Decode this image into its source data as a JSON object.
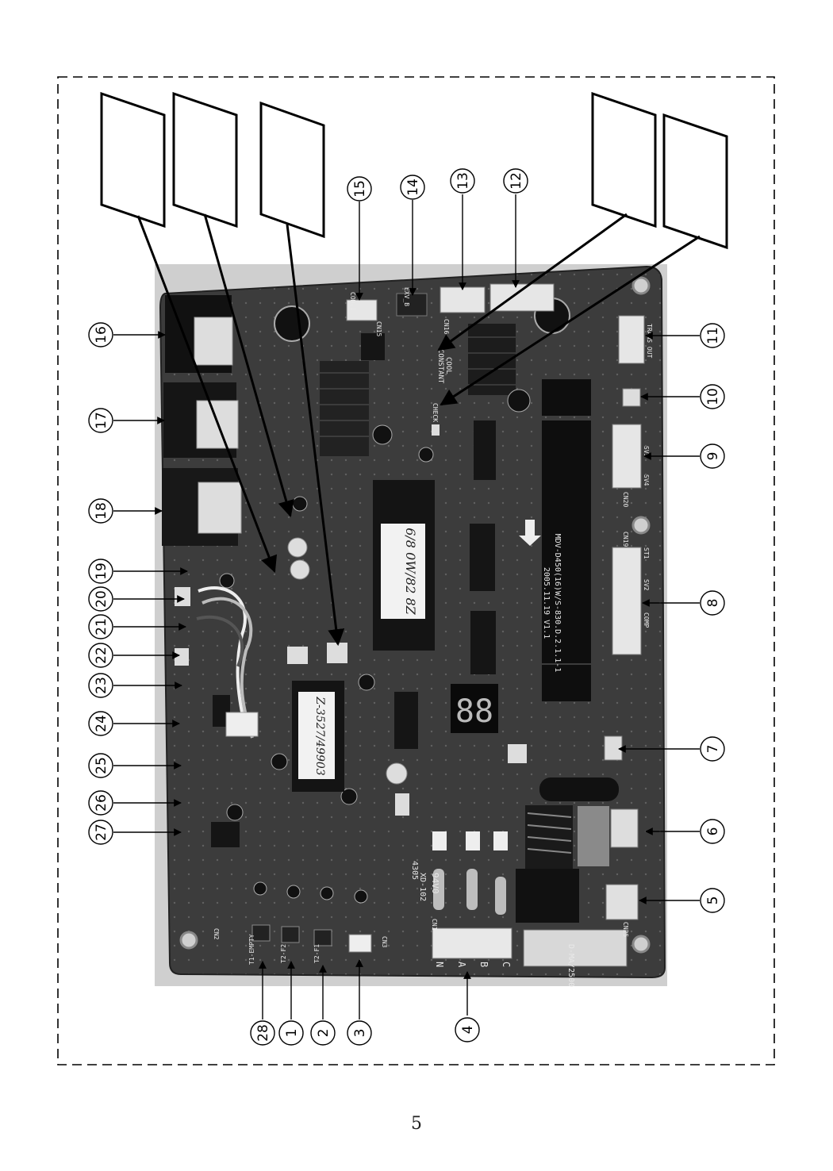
{
  "page_number": "5",
  "callouts": [
    "1",
    "2",
    "3",
    "4",
    "5",
    "6",
    "7",
    "8",
    "9",
    "10",
    "11",
    "12",
    "13",
    "14",
    "15",
    "16",
    "17",
    "18",
    "19",
    "20",
    "21",
    "22",
    "23",
    "24",
    "25",
    "26",
    "27",
    "28"
  ],
  "board": {
    "model_text": "MDV-D450(16)W/S-830.D.2.1.1-1",
    "date_text": "2005.11.19 V1.1",
    "chip_label_1": "6/8 0W/82 8Z",
    "chip_label_2": "Z-3527/49903",
    "cert_text": "94V0",
    "cert_code": "XD-102",
    "code_4305": "4305",
    "bottom_text": "D-MA/2500",
    "edge_labels": {
      "n": "N",
      "a": "A",
      "b": "B",
      "c": "C",
      "cn1": "CN1",
      "cn2": "CN2",
      "cn3": "CN3",
      "cn15": "CN15",
      "cn16": "CN16",
      "cn19": "CN19",
      "cn20": "CN20",
      "cn25": "CN25",
      "cool": "COOL",
      "constant": "CONSTANT",
      "check": "CHECK",
      "exv_b": "EXV_B",
      "com": "COM(I)",
      "trans_out": "TRANS OUT",
      "st1": "ST1",
      "sv2": "SV2",
      "sv4": "SV4",
      "sv5": "SV5",
      "comp": "COMP",
      "t1_empty": "T1-EMPTY",
      "t2_f2": "T2-F2",
      "t2_f1": "T2-F1"
    }
  },
  "colors": {
    "ink": "#000000",
    "board_bg": "#3c3c3c",
    "photo_bg": "#cfcfcf"
  }
}
